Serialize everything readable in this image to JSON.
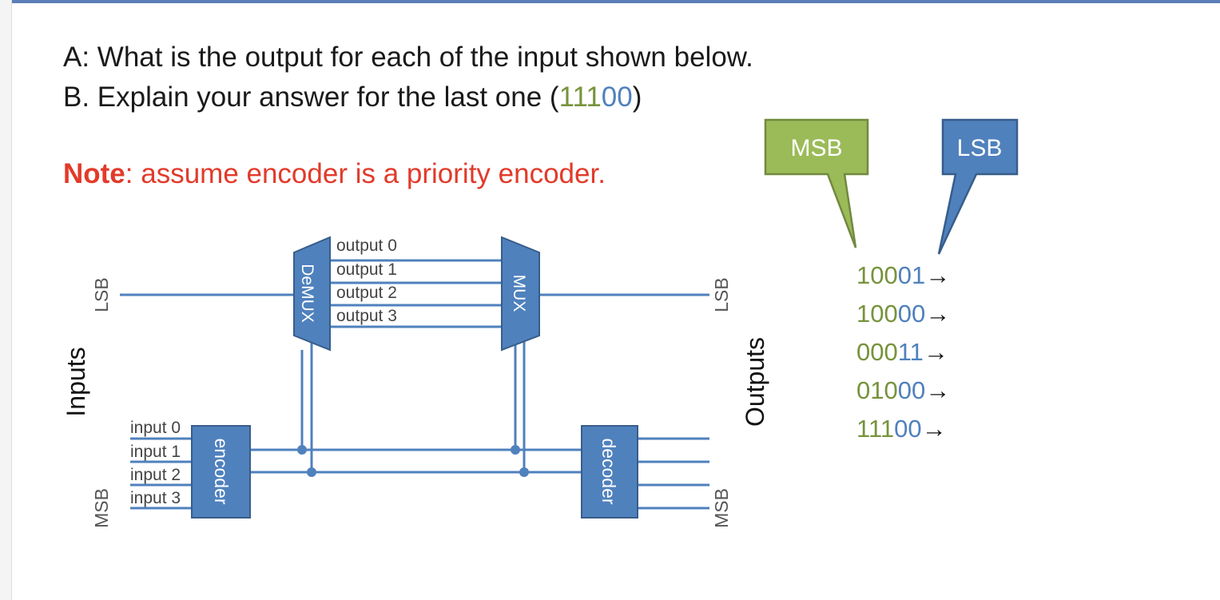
{
  "question": {
    "a_text": "A: What is the output for each of the input shown below.",
    "b_prefix": "B. Explain your answer for the last one (",
    "b_code_green": "111",
    "b_code_blue": "00",
    "b_suffix": ")"
  },
  "note": {
    "bold": "Note",
    "text": ": assume encoder is a priority encoder."
  },
  "callouts": {
    "msb": "MSB",
    "lsb": "LSB"
  },
  "sequences": [
    {
      "green": "100",
      "blue": "01",
      "arrow": "→"
    },
    {
      "green": "100",
      "blue": "00",
      "arrow": "→"
    },
    {
      "green": "000",
      "blue": "11",
      "arrow": "→"
    },
    {
      "green": "010",
      "blue": "00",
      "arrow": "→"
    },
    {
      "green": "111",
      "blue": "00",
      "arrow": "→"
    }
  ],
  "diagram": {
    "inputs_label": "Inputs",
    "outputs_label": "Outputs",
    "input_lsb": "LSB",
    "input_msb": "MSB",
    "output_lsb": "LSB",
    "output_msb": "MSB",
    "demux": "DeMUX",
    "mux": "MUX",
    "encoder": "encoder",
    "decoder": "decoder",
    "demux_outputs": [
      "output 0",
      "output 1",
      "output 2",
      "output 3"
    ],
    "encoder_inputs": [
      "input 0",
      "input 1",
      "input 2",
      "input 3"
    ]
  },
  "colors": {
    "block_fill": "#4f81bd",
    "block_stroke": "#385d8a",
    "wire": "#4f81bd",
    "msb_fill": "#9bbb59",
    "msb_stroke": "#71893f",
    "green_text": "#77933c",
    "note_red": "#e23a2a"
  }
}
